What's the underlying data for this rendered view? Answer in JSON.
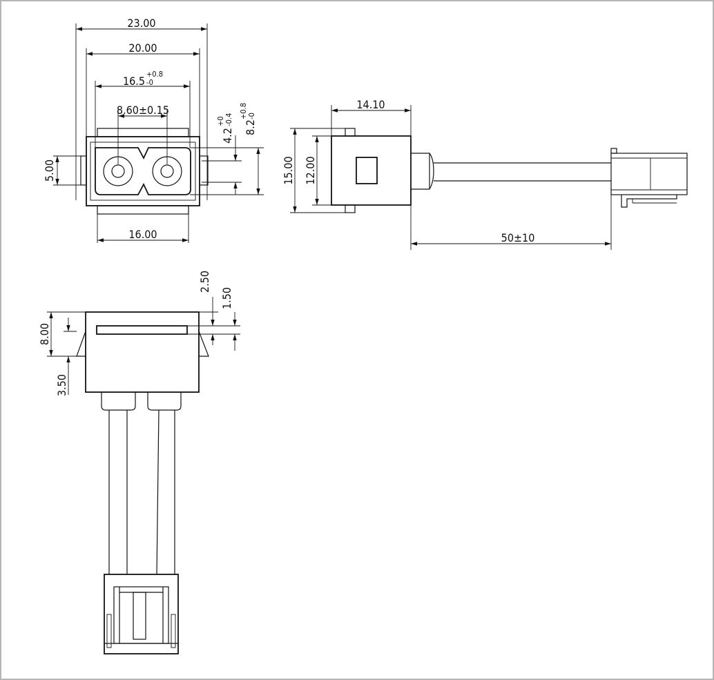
{
  "drawing": {
    "front_view": {
      "dim_overall_width": "23.00",
      "dim_body_width": "20.00",
      "dim_inner_width": "16.5",
      "dim_inner_width_tol_upper": "+0.8",
      "dim_inner_width_tol_lower": "-0",
      "dim_pin_pitch": "8.60±0.15",
      "dim_rib_height": "4.2",
      "dim_rib_height_tol_upper": "+0",
      "dim_rib_height_tol_lower": "-0.4",
      "dim_cavity_height": "8.2",
      "dim_cavity_height_tol_upper": "+0.8",
      "dim_cavity_height_tol_lower": "-0",
      "dim_key_height": "5.00",
      "dim_bottom_width": "16.00"
    },
    "side_view": {
      "dim_housing_length": "14.10",
      "dim_overall_height": "15.00",
      "dim_body_height": "12.00",
      "dim_cable_length": "50±10"
    },
    "top_view": {
      "dim_slot_offset": "2.50",
      "dim_slot_width": "1.50",
      "dim_latch_position": "8.00",
      "dim_latch_length": "3.50"
    }
  }
}
